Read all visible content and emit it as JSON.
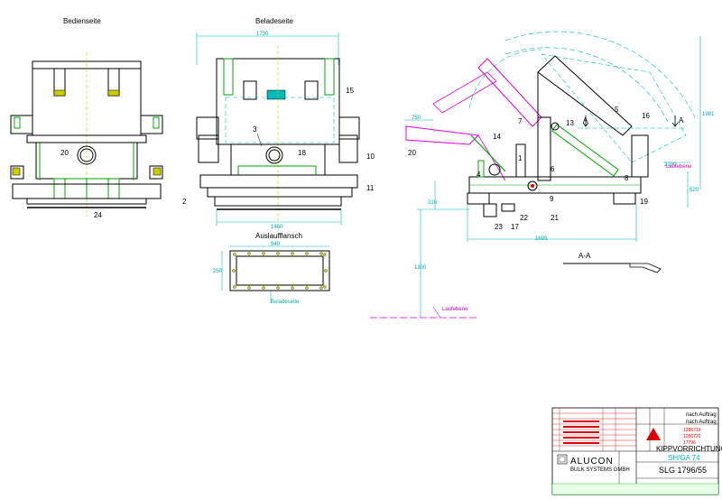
{
  "views": {
    "operator_side": "Bedienseite",
    "loading_side": "Beladeseite",
    "outlet_flange": "Auslaufflansch",
    "outlet_flange_side": "Beladeseite",
    "section": "A-A",
    "running_level": "Laufebene",
    "running_level_2": "Laufebene"
  },
  "part_numbers": {
    "p20a": "20",
    "p24": "24",
    "p2": "2",
    "p3": "3",
    "p15": "15",
    "p18": "18",
    "p10": "10",
    "p11": "11",
    "p20b": "20",
    "p14": "14",
    "p7": "7",
    "p13": "13",
    "p5": "5",
    "p16": "16",
    "p1": "1",
    "p4": "4",
    "p6": "6",
    "p9": "9",
    "p8": "8",
    "p22": "22",
    "p21": "21",
    "p19": "19",
    "p23": "23",
    "p17": "17",
    "secA1": "A",
    "secA2": "A"
  },
  "dimensions": {
    "d1730": "1730",
    "d1460": "1460",
    "d940": "940",
    "d250": "250",
    "d750": "750",
    "d1695": "1695",
    "d1300": "1300",
    "d210": "210",
    "d1981": "1981",
    "d520": "520",
    "d2100": "2100"
  },
  "title_block": {
    "company": "ALUCON",
    "company_sub": "BULK SYSTEMS GMBH",
    "drawing_title": "KIPPVORRICHTUNG",
    "drawing_sub": "SH/GA 74",
    "drawing_number": "SLG 1796/55",
    "note1": "nach Auftrag",
    "note2": "nach Auftrag",
    "rev_codes": [
      "1286719",
      "1286720",
      "17796"
    ]
  },
  "colors": {
    "outline": "#000000",
    "green": "#00aa00",
    "cyan": "#00bbbb",
    "magenta": "#dd00dd",
    "yellow": "#cccc00",
    "red": "#dd0000"
  }
}
